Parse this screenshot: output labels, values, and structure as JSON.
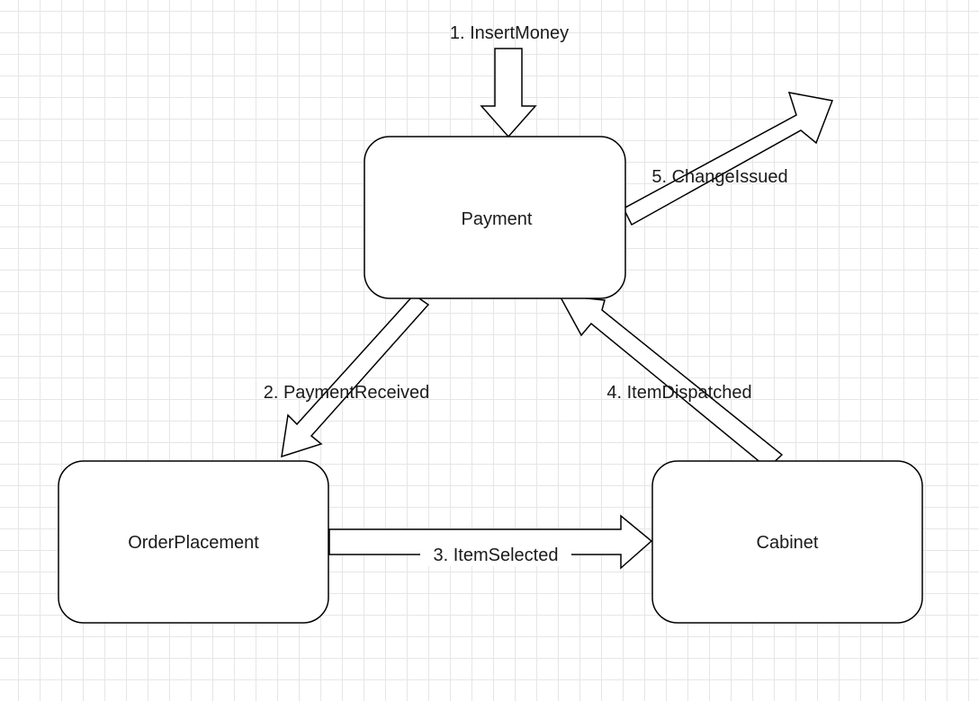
{
  "nodes": {
    "payment": {
      "label": "Payment"
    },
    "order_placement": {
      "label": "OrderPlacement"
    },
    "cabinet": {
      "label": "Cabinet"
    }
  },
  "edges": {
    "insert_money": {
      "label": "1. InsertMoney",
      "from": "",
      "to": "Payment"
    },
    "payment_received": {
      "label": "2. PaymentReceived",
      "from": "Payment",
      "to": "OrderPlacement"
    },
    "item_selected": {
      "label": "3. ItemSelected",
      "from": "OrderPlacement",
      "to": "Cabinet"
    },
    "item_dispatched": {
      "label": "4. ItemDispatched",
      "from": "Cabinet",
      "to": "Payment"
    },
    "change_issued": {
      "label": "5. ChangeIssued",
      "from": "Payment",
      "to": ""
    }
  },
  "style": {
    "grid_color": "#e6e6e6",
    "stroke_color": "#000000",
    "fill_color": "#ffffff",
    "text_color": "#1a1a1a"
  }
}
